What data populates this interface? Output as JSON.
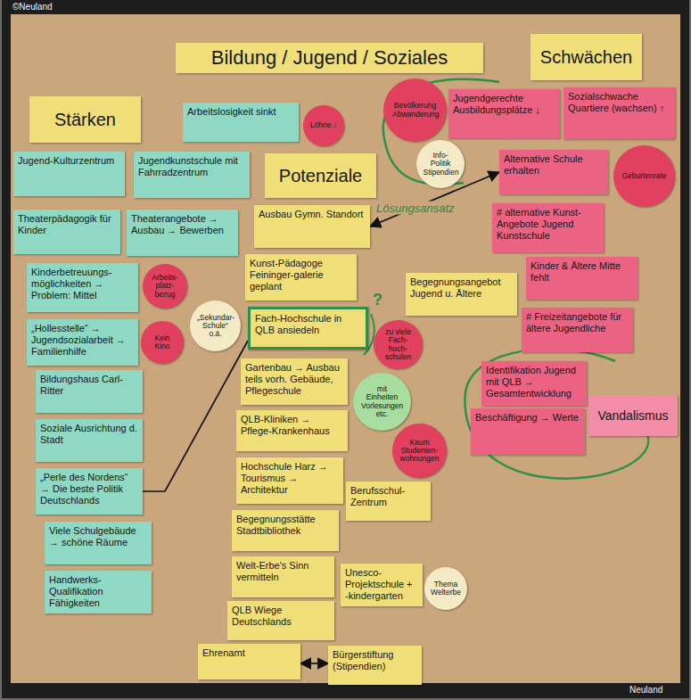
{
  "diagram": {
    "title": "Bildung / Jugend / Soziales",
    "nodes": [
      {
        "text": [
          "Schwächen"
        ]
      },
      {
        "text": [
          "Stärken"
        ]
      },
      {
        "text": [
          "Arbeitslosigkeit sinkt"
        ]
      },
      {
        "text": [
          "Löhne ↓"
        ]
      },
      {
        "text": [
          "Potenziale"
        ]
      },
      {
        "text": [
          "Jugend-Kulturzentrum"
        ]
      },
      {
        "text": [
          "Jugendkunstschule mit Fahrradzentrum"
        ]
      },
      {
        "text": [
          "Theaterpädagogik für Kinder"
        ]
      },
      {
        "text": [
          "Theaterangebote → Ausbau → Bewerben"
        ]
      },
      {
        "text": [
          "Kinderbetreuungs-möglichkeiten → Problem: Mittel"
        ]
      },
      {
        "text": [
          "Arbeits-platz-bezug"
        ]
      },
      {
        "text": [
          "„Hollesstelle“ → Jugendsozialarbeit → Familienhilfe"
        ]
      },
      {
        "text": [
          "Kein Kino"
        ]
      },
      {
        "text": [
          "„Sekundar-Schule“ o.ä."
        ]
      },
      {
        "text": [
          "Bildungshaus Carl-Ritter"
        ]
      },
      {
        "text": [
          "Soziale Ausrichtung d. Stadt"
        ]
      },
      {
        "text": [
          "„Perle des Nordens“ → Die beste Politik Deutschlands"
        ]
      },
      {
        "text": [
          "Viele Schulgebäude → schöne Räume"
        ]
      },
      {
        "text": [
          "Handwerks-Qualifikation Fähigkeiten"
        ]
      },
      {
        "text": [
          "Ausbau Gymn. Standort"
        ]
      },
      {
        "text": [
          "Kunst-Pädagoge Feininger-galerie geplant"
        ]
      },
      {
        "text": [
          "Fach-Hochschule in QLB ansiedeln"
        ]
      },
      {
        "text": [
          "Gartenbau → Ausbau teils vorh. Gebäude, Pflegeschule"
        ]
      },
      {
        "text": [
          "QLB-Kliniken → Pflege-Krankenhaus"
        ]
      },
      {
        "text": [
          "Hochschule Harz → Tourismus → Architektur"
        ]
      },
      {
        "text": [
          "Berufsschul-Zentrum"
        ]
      },
      {
        "text": [
          "Begegnungsstätte Stadtbibliothek"
        ]
      },
      {
        "text": [
          "Welt-Erbe's Sinn vermitteln"
        ]
      },
      {
        "text": [
          "Unesco-Projektschule + -kindergarten"
        ]
      },
      {
        "text": [
          "Thema Welterbe"
        ]
      },
      {
        "text": [
          "QLB Wiege Deutschlands"
        ]
      },
      {
        "text": [
          "Ehrenamt"
        ]
      },
      {
        "text": [
          "Bürgerstiftung (Stipendien)"
        ]
      },
      {
        "text": [
          "Begegnungsangebot Jugend u. Ältere"
        ]
      },
      {
        "text": [
          "zu viele Fach-hoch-schulen"
        ]
      },
      {
        "text": [
          "mit Einheiten Vorlesungen etc."
        ]
      },
      {
        "text": [
          "Kaum Studenten-wohnungen"
        ]
      },
      {
        "text": [
          "Bevölkerung Abwanderung"
        ]
      },
      {
        "text": [
          "Info-Politik Stipendien"
        ]
      },
      {
        "text": [
          "Jugendgerechte Ausbildungsplätze ↓"
        ]
      },
      {
        "text": [
          "Sozialschwache Quartiere (wachsen) ↑"
        ]
      },
      {
        "text": [
          "Alternative Schule erhalten"
        ]
      },
      {
        "text": [
          "Geburtenrate"
        ]
      },
      {
        "text": [
          "# alternative Kunst-Angebote Jugend Kunstschule"
        ]
      },
      {
        "text": [
          "Kinder & Ältere Mitte fehlt"
        ]
      },
      {
        "text": [
          "# Freizeitangebote für ältere Jugendliche"
        ]
      },
      {
        "text": [
          "Identifikation Jugend mit QLB → Gesamtentwicklung"
        ]
      },
      {
        "text": [
          "Beschäftigung → Werte"
        ]
      },
      {
        "text": [
          "Vandalismus"
        ]
      }
    ],
    "edges": [
      {
        "from": 19,
        "to": 41,
        "arrow": "both",
        "label": "Lösungsansatz"
      },
      {
        "from": 16,
        "to": 21,
        "arrow": "none"
      },
      {
        "from": 31,
        "to": 32,
        "arrow": "both"
      }
    ],
    "labels": [
      "?",
      "©Neuland",
      "Neuland"
    ]
  }
}
